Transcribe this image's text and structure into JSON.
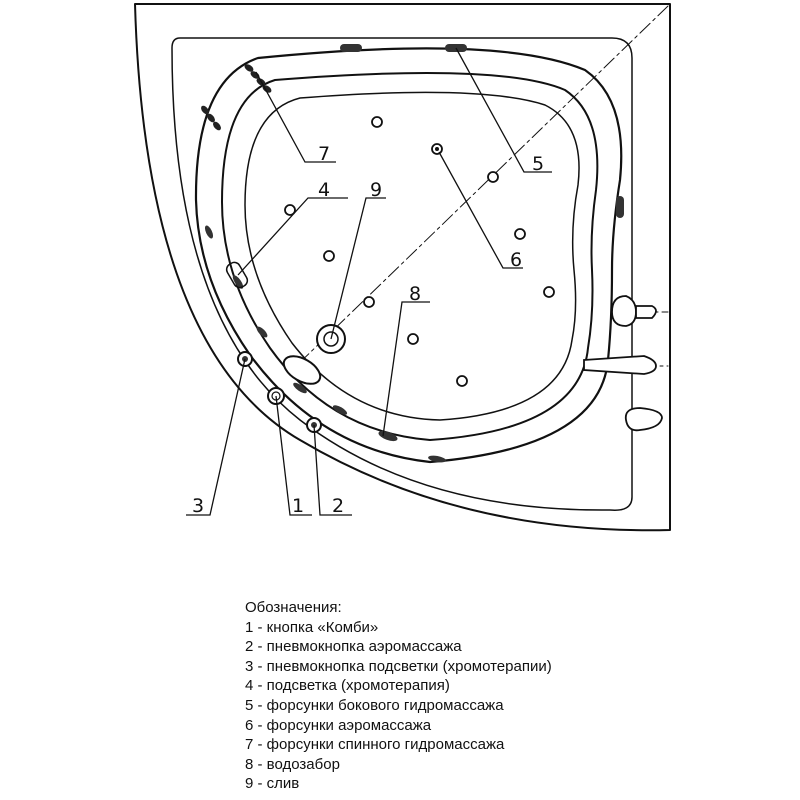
{
  "callouts": [
    "1",
    "2",
    "3",
    "4",
    "5",
    "6",
    "7",
    "8",
    "9"
  ],
  "legend": {
    "heading": "Обозначения:",
    "items": [
      "1 - кнопка «Комби»",
      "2 - пневмокнопка аэромассажа",
      "3 - пневмокнопка подсветки (хромотерапии)",
      "4 - подсветка (хромотерапия)",
      "5 - форсунки бокового гидромассажа",
      "6 - форсунки аэромассажа",
      "7 - форсунки спинного гидромассажа",
      "8 - водозабор",
      "9 - слив"
    ]
  }
}
